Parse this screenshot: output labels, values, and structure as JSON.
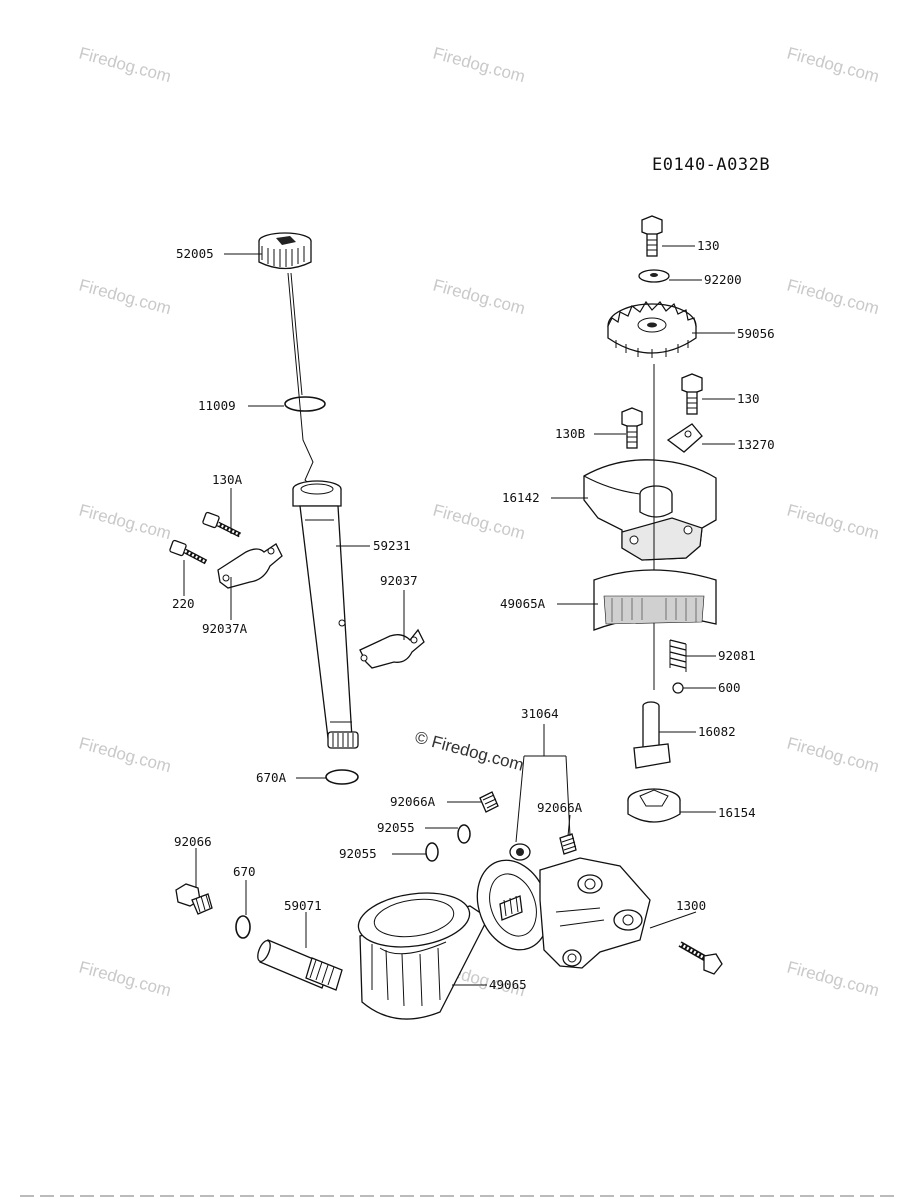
{
  "diagram_code": "E0140-A032B",
  "watermark": {
    "text": "Firedog.com",
    "center_text": "© Firedog.com"
  },
  "parts": [
    {
      "id": "p-52005",
      "label": "52005"
    },
    {
      "id": "p-11009",
      "label": "11009"
    },
    {
      "id": "p-130A",
      "label": "130A"
    },
    {
      "id": "p-220",
      "label": "220"
    },
    {
      "id": "p-92037A",
      "label": "92037A"
    },
    {
      "id": "p-59231",
      "label": "59231"
    },
    {
      "id": "p-92037",
      "label": "92037"
    },
    {
      "id": "p-670A",
      "label": "670A"
    },
    {
      "id": "p-130-top",
      "label": "130"
    },
    {
      "id": "p-92200",
      "label": "92200"
    },
    {
      "id": "p-59056",
      "label": "59056"
    },
    {
      "id": "p-130-mid",
      "label": "130"
    },
    {
      "id": "p-130B",
      "label": "130B"
    },
    {
      "id": "p-13270",
      "label": "13270"
    },
    {
      "id": "p-16142",
      "label": "16142"
    },
    {
      "id": "p-49065A",
      "label": "49065A"
    },
    {
      "id": "p-92081",
      "label": "92081"
    },
    {
      "id": "p-600",
      "label": "600"
    },
    {
      "id": "p-16082",
      "label": "16082"
    },
    {
      "id": "p-31064",
      "label": "31064"
    },
    {
      "id": "p-92066A-l",
      "label": "92066A"
    },
    {
      "id": "p-92066A-r",
      "label": "92066A"
    },
    {
      "id": "p-92055-a",
      "label": "92055"
    },
    {
      "id": "p-92055-b",
      "label": "92055"
    },
    {
      "id": "p-16154",
      "label": "16154"
    },
    {
      "id": "p-92066",
      "label": "92066"
    },
    {
      "id": "p-670",
      "label": "670"
    },
    {
      "id": "p-59071",
      "label": "59071"
    },
    {
      "id": "p-1300",
      "label": "1300"
    },
    {
      "id": "p-49065",
      "label": "49065"
    }
  ]
}
